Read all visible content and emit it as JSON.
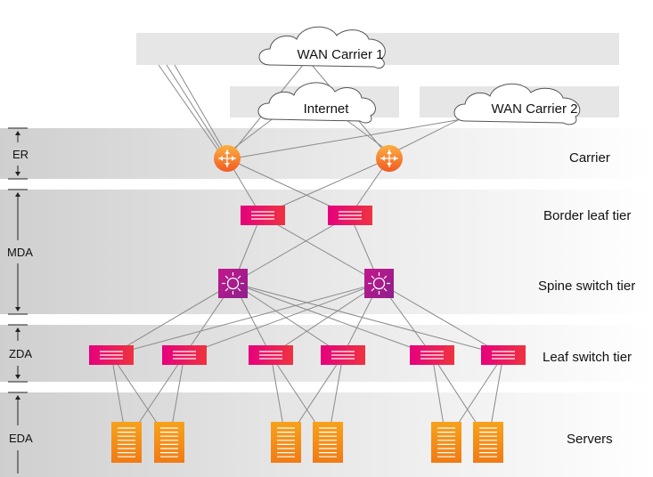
{
  "clouds": {
    "wan1": "WAN Carrier 1",
    "internet": "Internet",
    "wan2": "WAN Carrier 2"
  },
  "zones": {
    "er": "ER",
    "mda": "MDA",
    "zda": "ZDA",
    "eda": "EDA"
  },
  "tiers": {
    "carrier": "Carrier",
    "border_leaf": "Border leaf tier",
    "spine": "Spine switch tier",
    "leaf": "Leaf switch tier",
    "servers": "Servers"
  },
  "colors": {
    "router_orange": "#f7941d",
    "switch_pink": "#e6007e",
    "switch_red": "#ef3340",
    "spine_purple": "#a3238e",
    "server_orange": "#f39200",
    "band_gray": "#d9d9d9",
    "link_gray": "#8a8a8a"
  },
  "icons": {
    "router": "router-icon",
    "switch": "switch-icon",
    "spine": "spine-switch-icon",
    "server": "server-icon",
    "cloud": "cloud-icon"
  }
}
